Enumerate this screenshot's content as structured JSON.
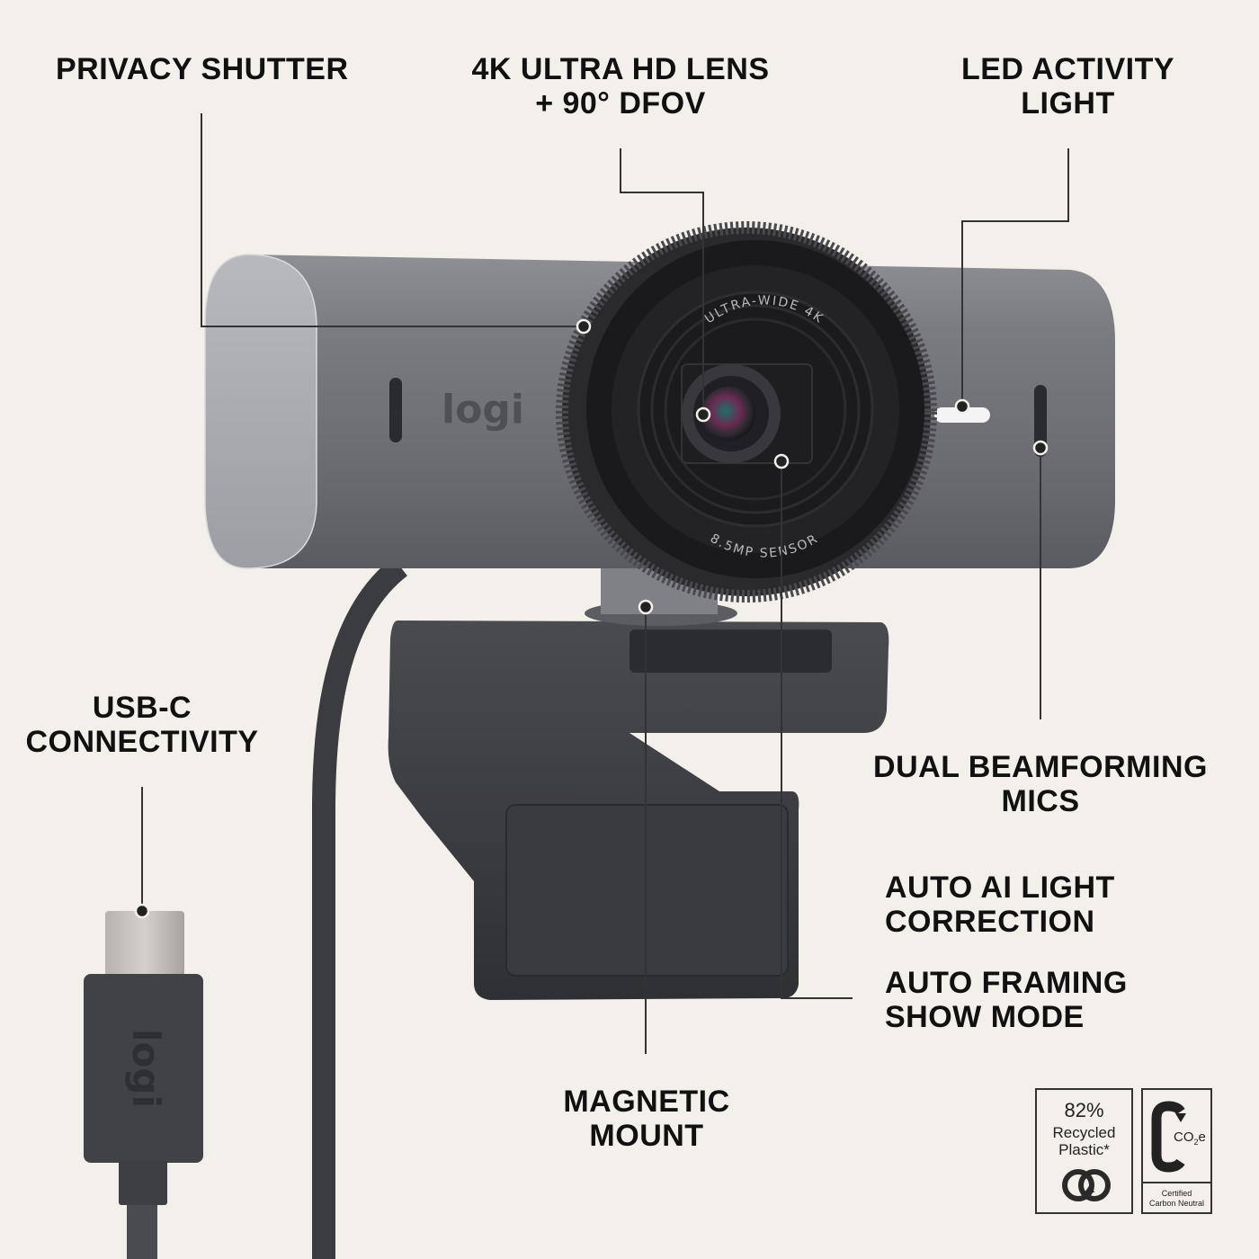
{
  "product": {
    "brand_logo": "logi",
    "lens_ring_top_text": "ULTRA-WIDE 4K",
    "lens_ring_bottom_text": "8.5MP SENSOR",
    "connector_logo": "logi"
  },
  "callouts": [
    {
      "id": "privacy-shutter",
      "lines": [
        "PRIVACY SHUTTER"
      ]
    },
    {
      "id": "lens",
      "lines": [
        "4K ULTRA HD LENS",
        "+ 90° DFOV"
      ]
    },
    {
      "id": "led",
      "lines": [
        "LED ACTIVITY",
        "LIGHT"
      ]
    },
    {
      "id": "usbc",
      "lines": [
        "USB-C",
        "CONNECTIVITY"
      ]
    },
    {
      "id": "mics",
      "lines": [
        "DUAL BEAMFORMING",
        "MICS"
      ]
    },
    {
      "id": "light-correction",
      "lines": [
        "AUTO AI LIGHT",
        "CORRECTION"
      ]
    },
    {
      "id": "framing",
      "lines": [
        "AUTO FRAMING",
        "SHOW MODE"
      ]
    },
    {
      "id": "magnetic-mount",
      "lines": [
        "MAGNETIC",
        "MOUNT"
      ]
    }
  ],
  "badges": {
    "recycled": {
      "percent": "82%",
      "line1": "Recycled",
      "line2": "Plastic*",
      "icon": "recycle-icon"
    },
    "carbon": {
      "symbol": "C",
      "formula": "CO",
      "subscript": "2",
      "suffix": "e",
      "line1": "Certified",
      "line2": "Carbon Neutral"
    }
  },
  "colors": {
    "background": "#f3efeb",
    "body_gray": "#6f7074",
    "endcap": "#a9abaf",
    "lens_black": "#141416",
    "mount_dark": "#3a3b3e",
    "cable": "#3b3c3f",
    "text": "#111111"
  }
}
